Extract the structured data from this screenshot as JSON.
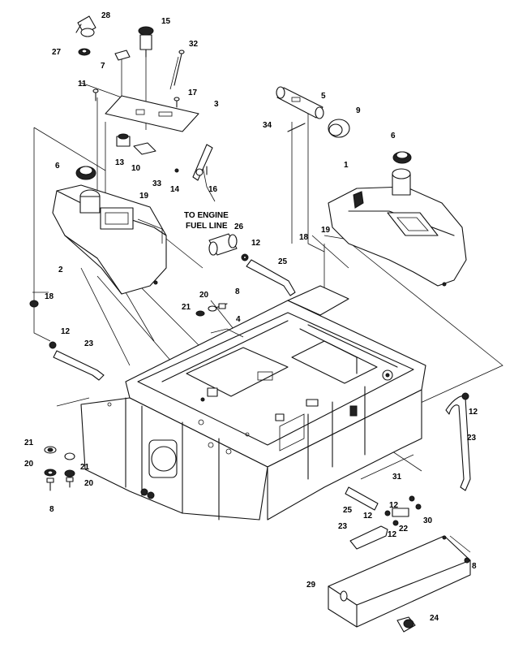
{
  "callouts": [
    {
      "id": "c28",
      "text": "28"
    },
    {
      "id": "c15",
      "text": "15"
    },
    {
      "id": "c27",
      "text": "27"
    },
    {
      "id": "c32",
      "text": "32"
    },
    {
      "id": "c7",
      "text": "7"
    },
    {
      "id": "c11",
      "text": "11"
    },
    {
      "id": "c17",
      "text": "17"
    },
    {
      "id": "c3",
      "text": "3"
    },
    {
      "id": "c5",
      "text": "5"
    },
    {
      "id": "c9",
      "text": "9"
    },
    {
      "id": "c34",
      "text": "34"
    },
    {
      "id": "c13",
      "text": "13"
    },
    {
      "id": "c10",
      "text": "10"
    },
    {
      "id": "c6a",
      "text": "6"
    },
    {
      "id": "c6b",
      "text": "6"
    },
    {
      "id": "c33",
      "text": "33"
    },
    {
      "id": "c14",
      "text": "14"
    },
    {
      "id": "c16",
      "text": "16"
    },
    {
      "id": "c1",
      "text": "1"
    },
    {
      "id": "c19a",
      "text": "19"
    },
    {
      "id": "c19b",
      "text": "19"
    },
    {
      "id": "c26",
      "text": "26"
    },
    {
      "id": "c12a",
      "text": "12"
    },
    {
      "id": "c18a",
      "text": "18"
    },
    {
      "id": "c2",
      "text": "2"
    },
    {
      "id": "c25a",
      "text": "25"
    },
    {
      "id": "c18b",
      "text": "18"
    },
    {
      "id": "c20a",
      "text": "20"
    },
    {
      "id": "c8a",
      "text": "8"
    },
    {
      "id": "c21a",
      "text": "21"
    },
    {
      "id": "c4",
      "text": "4"
    },
    {
      "id": "c12b",
      "text": "12"
    },
    {
      "id": "c23a",
      "text": "23"
    },
    {
      "id": "c12c",
      "text": "12"
    },
    {
      "id": "c23b",
      "text": "23"
    },
    {
      "id": "c21b",
      "text": "21"
    },
    {
      "id": "c20b",
      "text": "20"
    },
    {
      "id": "c21c",
      "text": "21"
    },
    {
      "id": "c20c",
      "text": "20"
    },
    {
      "id": "c8b",
      "text": "8"
    },
    {
      "id": "c31",
      "text": "31"
    },
    {
      "id": "c25b",
      "text": "25"
    },
    {
      "id": "c12d",
      "text": "12"
    },
    {
      "id": "c12e",
      "text": "12"
    },
    {
      "id": "c30",
      "text": "30"
    },
    {
      "id": "c23c",
      "text": "23"
    },
    {
      "id": "c12f",
      "text": "12"
    },
    {
      "id": "c22",
      "text": "22"
    },
    {
      "id": "c8c",
      "text": "8"
    },
    {
      "id": "c29",
      "text": "29"
    },
    {
      "id": "c24",
      "text": "24"
    }
  ],
  "note": {
    "line1": "TO ENGINE",
    "line2": "FUEL LINE"
  }
}
